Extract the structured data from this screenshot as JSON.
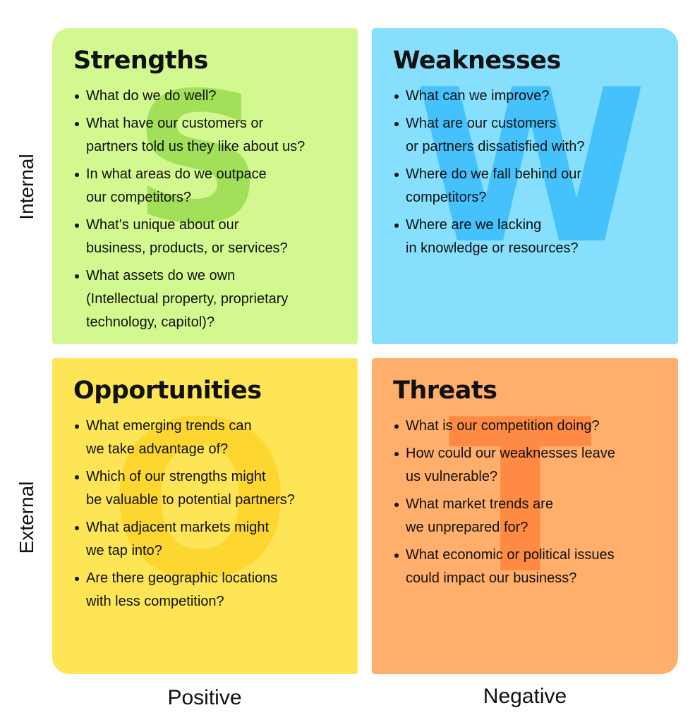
{
  "colors": {
    "strengths_bg": "#D3F88F",
    "strengths_letter": "#A2E05A",
    "weaknesses_bg": "#86E0FD",
    "weaknesses_letter": "#45C2FB",
    "opportunities_bg": "#FEE555",
    "opportunities_letter": "#FDD730",
    "threats_bg": "#FFAE6C",
    "threats_letter": "#FF8A44"
  },
  "axis": {
    "internal": "Internal",
    "external": "External",
    "positive": "Positive",
    "negative": "Negative"
  },
  "quadrants": {
    "strengths": {
      "letter": "S",
      "title": "Strengths",
      "items": [
        "What do we do well?",
        "What have our customers or\npartners told us they like about us?",
        "In what areas do we outpace\nour competitors?",
        "What’s unique about our\nbusiness, products, or services?",
        "What assets do we own\n(Intellectual property, proprietary\ntechnology, capitol)?"
      ]
    },
    "weaknesses": {
      "letter": "W",
      "title": "Weaknesses",
      "items": [
        "What can we improve?",
        "What are our customers\nor partners dissatisfied with?",
        "Where do we fall behind our\ncompetitors?",
        "Where are we lacking\nin knowledge or resources?"
      ]
    },
    "opportunities": {
      "letter": "O",
      "title": "Opportunities",
      "items": [
        "What emerging trends can\nwe take advantage of?",
        "Which of our strengths might\nbe valuable to potential partners?",
        "What adjacent markets might\nwe tap into?",
        "Are there geographic locations\nwith less competition?"
      ]
    },
    "threats": {
      "letter": "T",
      "title": "Threats",
      "items": [
        "What is our competition doing?",
        "How could our weaknesses leave\nus vulnerable?",
        "What market trends are\nwe unprepared for?",
        "What economic or political issues\ncould impact our business?"
      ]
    }
  }
}
